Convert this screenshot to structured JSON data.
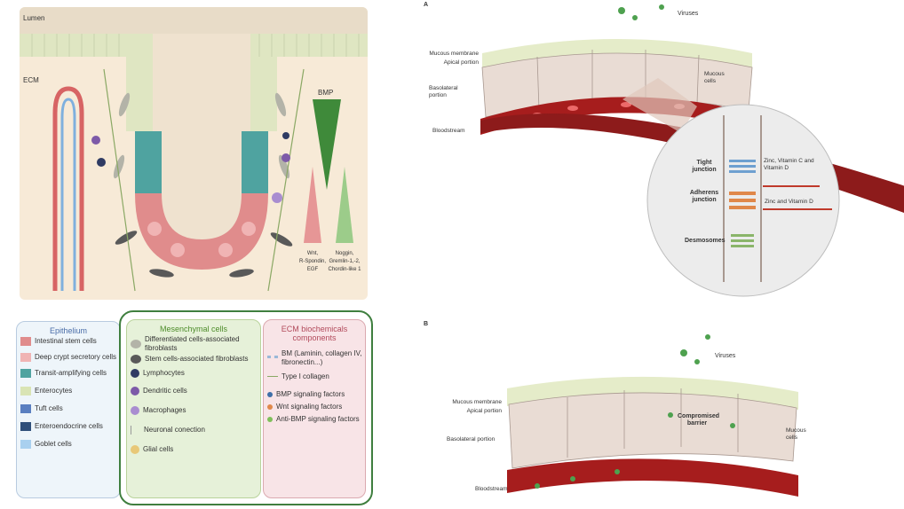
{
  "left_panel": {
    "crypt": {
      "lumen_label": "Lumen",
      "ecm_label": "ECM",
      "bmp_label": "BMP",
      "wnt_gradient_label": [
        "Wnt,",
        "R-Spondin,",
        "EGF"
      ],
      "noggin_gradient_label": [
        "Noggin,",
        "Gremlin-1,-2,",
        "Chordin-like 1"
      ]
    },
    "legend_epithelium": {
      "title": "Epithelium",
      "items": [
        {
          "label": "Intestinal stem cells",
          "color": "#e08c8c"
        },
        {
          "label": "Deep crypt secretory cells",
          "color": "#f0b4b4"
        },
        {
          "label": "Transit-amplifying cells",
          "color": "#4fa3a0"
        },
        {
          "label": "Enterocytes",
          "color": "#d9e4b4"
        },
        {
          "label": "Tuft cells",
          "color": "#5a7fc0"
        },
        {
          "label": "Enteroendocrine cells",
          "color": "#2f4f7a"
        },
        {
          "label": "Goblet cells",
          "color": "#a9d0ef"
        }
      ]
    },
    "legend_mesenchymal": {
      "title": "Mesenchymal cells",
      "items": [
        {
          "label": "Differentiated cells-associated fibroblasts",
          "icon": "fibroblast-light-icon"
        },
        {
          "label": "Stem cells-associated fibroblasts",
          "icon": "fibroblast-dark-icon"
        },
        {
          "label": "Lymphocytes",
          "icon": "lymphocyte-icon"
        },
        {
          "label": "Dendritic cells",
          "icon": "dendritic-cell-icon"
        },
        {
          "label": "Macrophages",
          "icon": "macrophage-icon"
        },
        {
          "label": "Neuronal conection",
          "icon": "neuron-icon"
        },
        {
          "label": "Glial cells",
          "icon": "glial-cell-icon"
        }
      ]
    },
    "legend_ecm": {
      "title": "ECM biochemicals components",
      "items": [
        {
          "label": "BM (Laminin, collagen IV, fibronectin...)",
          "icon": "basement-membrane-icon"
        },
        {
          "label": "Type I collagen",
          "icon": "collagen-line-icon"
        },
        {
          "label": "BMP signaling factors",
          "color": "#3f6fa8"
        },
        {
          "label": "Wnt signaling factors",
          "color": "#e0884a"
        },
        {
          "label": "Anti-BMP signaling factors",
          "color": "#7fbf5a"
        }
      ]
    }
  },
  "right_panel": {
    "panel_a": {
      "letter": "A",
      "viruses": "Viruses",
      "mucous_membrane": "Mucous membrane",
      "apical": "Apical portion",
      "basolateral": "Basolateral portion",
      "mucous_cells": "Mucous cells",
      "bloodstream": "Bloodstream",
      "tight_junction": "Tight junction",
      "tight_nutrients": "Zinc, Vitamin C and Vitamin D",
      "adherens_junction": "Adherens junction",
      "adherens_nutrients": "Zinc and Vitamin D",
      "desmosomes": "Desmosomes"
    },
    "panel_b": {
      "letter": "B",
      "viruses": "Viruses",
      "mucous_membrane": "Mucous membrane",
      "apical": "Apical portion",
      "basolateral": "Basolateral portion",
      "mucous_cells": "Mucous cells",
      "bloodstream": "Bloodstream",
      "compromised": "Compromised barrier"
    }
  }
}
